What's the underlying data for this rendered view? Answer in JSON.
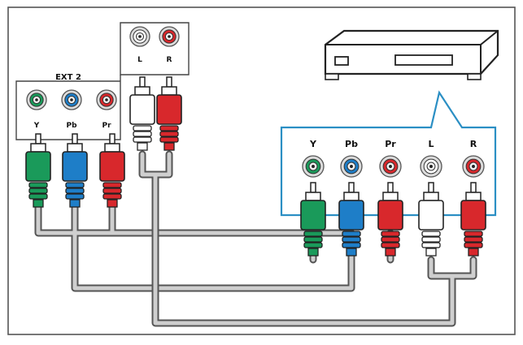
{
  "tv_panel": {
    "ext_label": "EXT 2",
    "video_jacks": [
      {
        "label": "Y",
        "color": "#1a9a5a"
      },
      {
        "label": "Pb",
        "color": "#1e7ec8"
      },
      {
        "label": "Pr",
        "color": "#d8282c"
      }
    ],
    "audio_jacks": [
      {
        "label": "L",
        "color": "#ffffff"
      },
      {
        "label": "R",
        "color": "#d8282c"
      }
    ]
  },
  "device_panel": {
    "jacks": [
      {
        "label": "Y",
        "color": "#1a9a5a"
      },
      {
        "label": "Pb",
        "color": "#1e7ec8"
      },
      {
        "label": "Pr",
        "color": "#d8282c"
      },
      {
        "label": "L",
        "color": "#ffffff"
      },
      {
        "label": "R",
        "color": "#d8282c"
      }
    ]
  },
  "colors": {
    "green": "#1a9a5a",
    "blue": "#1e7ec8",
    "red": "#d8282c",
    "white": "#ffffff",
    "cable": "#c8c8c8",
    "panel_border": "#2b8fc4",
    "frame": "#555555"
  },
  "icons": {
    "device": "set-top-box-icon"
  }
}
